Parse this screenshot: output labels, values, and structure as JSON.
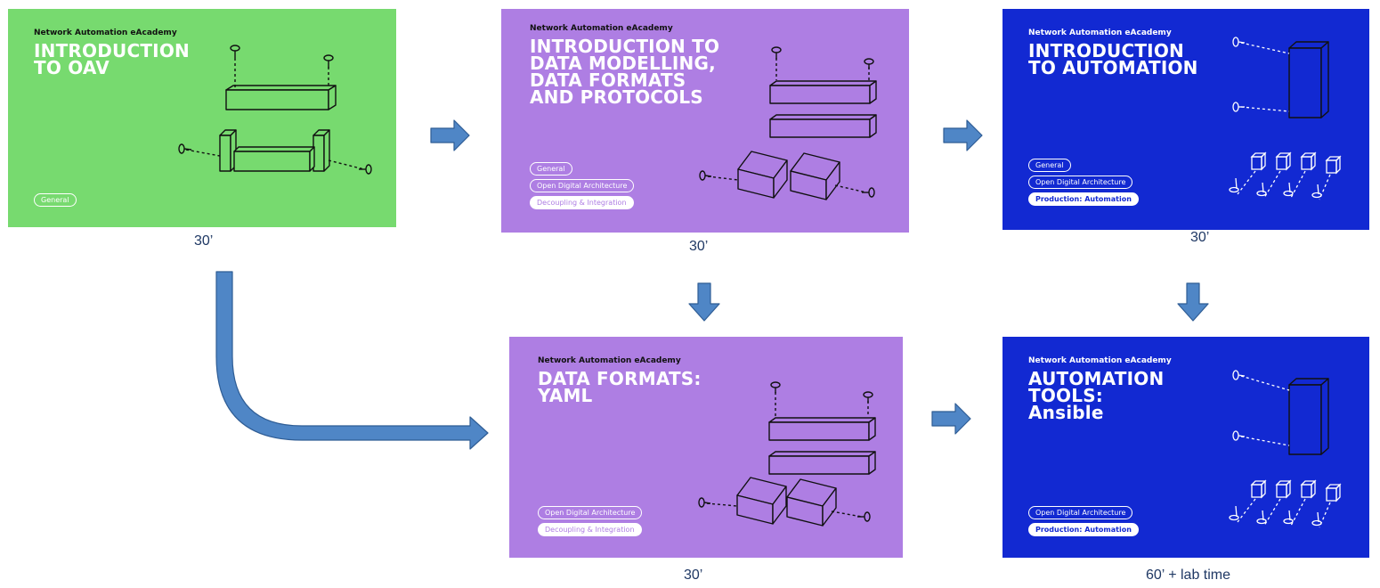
{
  "colors": {
    "green": "#77da6f",
    "purple": "#ae7ee3",
    "blue": "#1229d2",
    "arrow_fill": "#4f86c6",
    "arrow_stroke": "#2f5d95",
    "duration_text": "#1f3864"
  },
  "courses": [
    {
      "brand": "Network Automation eAcademy",
      "title_lines": [
        "INTRODUCTION",
        "TO OAV"
      ],
      "tags": [
        "General"
      ],
      "duration": "30’",
      "theme": "green",
      "illustration": "bracket-assembly-icon"
    },
    {
      "brand": "Network Automation eAcademy",
      "title_lines": [
        "INTRODUCTION TO",
        "DATA MODELLING,",
        "DATA FORMATS",
        "AND PROTOCOLS"
      ],
      "tags": [
        "General",
        "Open Digital Architecture",
        "Decoupling & Integration"
      ],
      "duration": "30’",
      "theme": "purple",
      "illustration": "stacked-bars-and-boxes-icon"
    },
    {
      "brand": "Network Automation eAcademy",
      "title_lines": [
        "INTRODUCTION",
        "TO AUTOMATION"
      ],
      "tags": [
        "General",
        "Open Digital Architecture",
        "Production: Automation"
      ],
      "duration": "30’",
      "theme": "blue",
      "illustration": "tower-and-cubes-icon"
    },
    {
      "brand": "Network Automation eAcademy",
      "title_lines": [
        "DATA FORMATS:",
        "YAML"
      ],
      "tags": [
        "Open Digital Architecture",
        "Decoupling & Integration"
      ],
      "duration": "30’",
      "theme": "purple",
      "illustration": "stacked-bars-and-boxes-icon"
    },
    {
      "brand": "Network Automation eAcademy",
      "title_lines": [
        "AUTOMATION",
        "TOOLS:",
        "Ansible"
      ],
      "tags": [
        "Open Digital Architecture",
        "Production: Automation"
      ],
      "duration": "60’ + lab time",
      "theme": "blue",
      "illustration": "tower-and-cubes-icon"
    }
  ]
}
